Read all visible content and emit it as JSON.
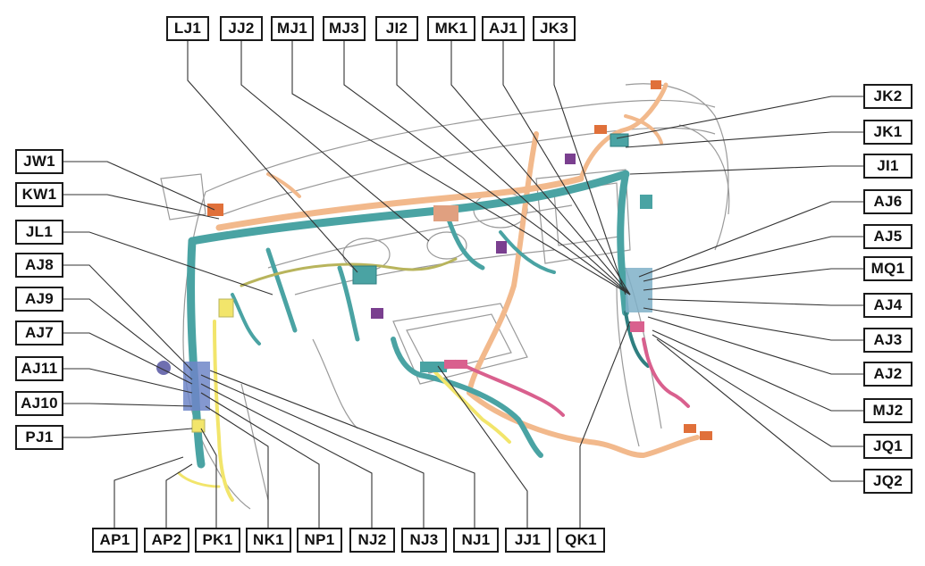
{
  "diagram": {
    "colors": {
      "harness_teal": "#4aa3a3",
      "harness_teal_dark": "#2f7f80",
      "harness_peach": "#f2b98c",
      "harness_pink": "#d9608e",
      "harness_yellow": "#f2e56b",
      "harness_olive": "#b8b45c",
      "connector_purple": "#7a3f8f",
      "connector_orange": "#e0703a",
      "label_border": "#1a1a1a",
      "leader_line": "#333333",
      "body_outline": "#9a9a9a"
    },
    "labels_top": [
      "LJ1",
      "JJ2",
      "MJ1",
      "MJ3",
      "JI2",
      "MK1",
      "AJ1",
      "JK3"
    ],
    "labels_left": [
      "JW1",
      "KW1",
      "JL1",
      "AJ8",
      "AJ9",
      "AJ7",
      "AJ11",
      "AJ10",
      "PJ1"
    ],
    "labels_right": [
      "JK2",
      "JK1",
      "JI1",
      "AJ6",
      "AJ5",
      "MQ1",
      "AJ4",
      "AJ3",
      "AJ2",
      "MJ2",
      "JQ1",
      "JQ2"
    ],
    "labels_bottom": [
      "AP1",
      "AP2",
      "PK1",
      "NK1",
      "NP1",
      "NJ2",
      "NJ3",
      "NJ1",
      "JJ1",
      "QK1"
    ]
  }
}
